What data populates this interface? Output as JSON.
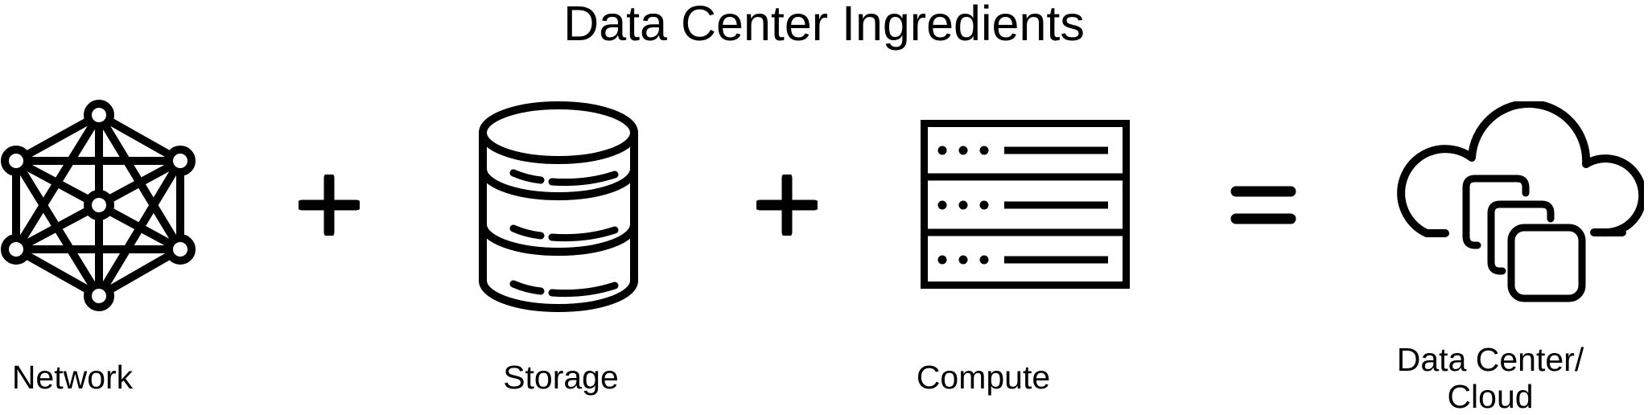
{
  "title": "Data Center Ingredients",
  "colors": {
    "ink": "#000000",
    "background": "#ffffff"
  },
  "diagram": {
    "items": {
      "network": {
        "label": "Network",
        "icon": "mesh-network-icon"
      },
      "storage": {
        "label": "Storage",
        "icon": "database-icon"
      },
      "compute": {
        "label": "Compute",
        "icon": "server-rack-icon"
      },
      "result": {
        "label_line1": "Data Center/",
        "label_line2": "Cloud",
        "icon": "cloud-layers-icon"
      }
    },
    "operators": {
      "plus_1": "+",
      "plus_2": "+",
      "equals": "="
    }
  }
}
